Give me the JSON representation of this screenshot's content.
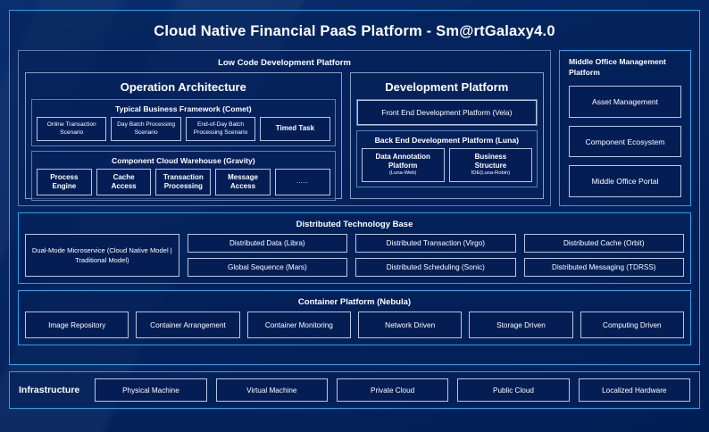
{
  "title": "Cloud Native Financial PaaS Platform - Sm@rtGalaxy4.0",
  "colors": {
    "background": "#042561",
    "accent_border": "#29a3e8",
    "soft_border": "#b9c6de",
    "text": "#ffffff"
  },
  "low_code": {
    "band_title": "Low Code Development Platform",
    "operation": {
      "title": "Operation Architecture",
      "groups": [
        {
          "title": "Typical Business Framework (Comet)",
          "items": [
            {
              "line1": "Online Transaction",
              "line2": "Scenario"
            },
            {
              "line1": "Day Batch Processing",
              "line2": "Scenario"
            },
            {
              "line1": "End-of-Day Batch",
              "line2": "Processing Scenario"
            },
            {
              "line1": "Timed Task",
              "line2": ""
            }
          ]
        },
        {
          "title": "Component Cloud Warehouse (Gravity)",
          "items": [
            {
              "line1": "Process",
              "line2": "Engine"
            },
            {
              "line1": "Cache",
              "line2": "Access"
            },
            {
              "line1": "Transaction",
              "line2": "Processing"
            },
            {
              "line1": "Message",
              "line2": "Access"
            },
            {
              "line1": "……",
              "line2": ""
            }
          ]
        }
      ]
    },
    "development": {
      "title": "Development Platform",
      "front_end": "Front End Development Platform (Vela)",
      "back_end": {
        "title": "Back End Development Platform (Luna)",
        "items": [
          {
            "line1": "Data Annotation",
            "line2": "Platform",
            "line3": "(Luna-Web)"
          },
          {
            "line1": "Business",
            "line2": "Structure",
            "line3": "IDE(Luna-Robin)"
          }
        ]
      }
    }
  },
  "middle_office": {
    "title": "Middle Office Management Platform",
    "items": [
      "Asset Management",
      "Component Ecosystem",
      "Middle Office Portal"
    ]
  },
  "distributed_technology_base": {
    "title": "Distributed Technology Base",
    "dual_mode": "Dual-Mode Microservice (Cloud Native Model | Traditional Model)",
    "columns": [
      {
        "top": "Distributed Data (Libra)",
        "bottom": "Global Sequence (Mars)"
      },
      {
        "top": "Distributed Transaction (Virgo)",
        "bottom": "Distributed Scheduling (Sonic)"
      },
      {
        "top": "Distributed Cache (Orbit)",
        "bottom": "Distributed Messaging (TDRSS)"
      }
    ]
  },
  "container_platform": {
    "title": "Container Platform (Nebula)",
    "items": [
      "Image Repository",
      "Container Arrangement",
      "Container Monitoring",
      "Network Driven",
      "Storage Driven",
      "Computing Driven"
    ]
  },
  "infrastructure": {
    "label": "Infrastructure",
    "items": [
      "Physical Machine",
      "Virtual Machine",
      "Private Cloud",
      "Public Cloud",
      "Localized Hardware"
    ]
  }
}
